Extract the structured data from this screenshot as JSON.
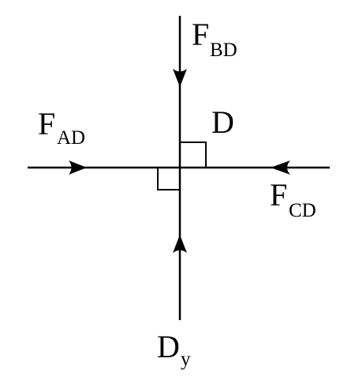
{
  "node": {
    "label": "D"
  },
  "forces": {
    "bd": {
      "main": "F",
      "sub": "BD"
    },
    "ad": {
      "main": "F",
      "sub": "AD"
    },
    "cd": {
      "main": "F",
      "sub": "CD"
    },
    "dy": {
      "main": "D",
      "sub": "y"
    }
  },
  "colors": {
    "stroke": "#000000",
    "background": "#ffffff"
  }
}
